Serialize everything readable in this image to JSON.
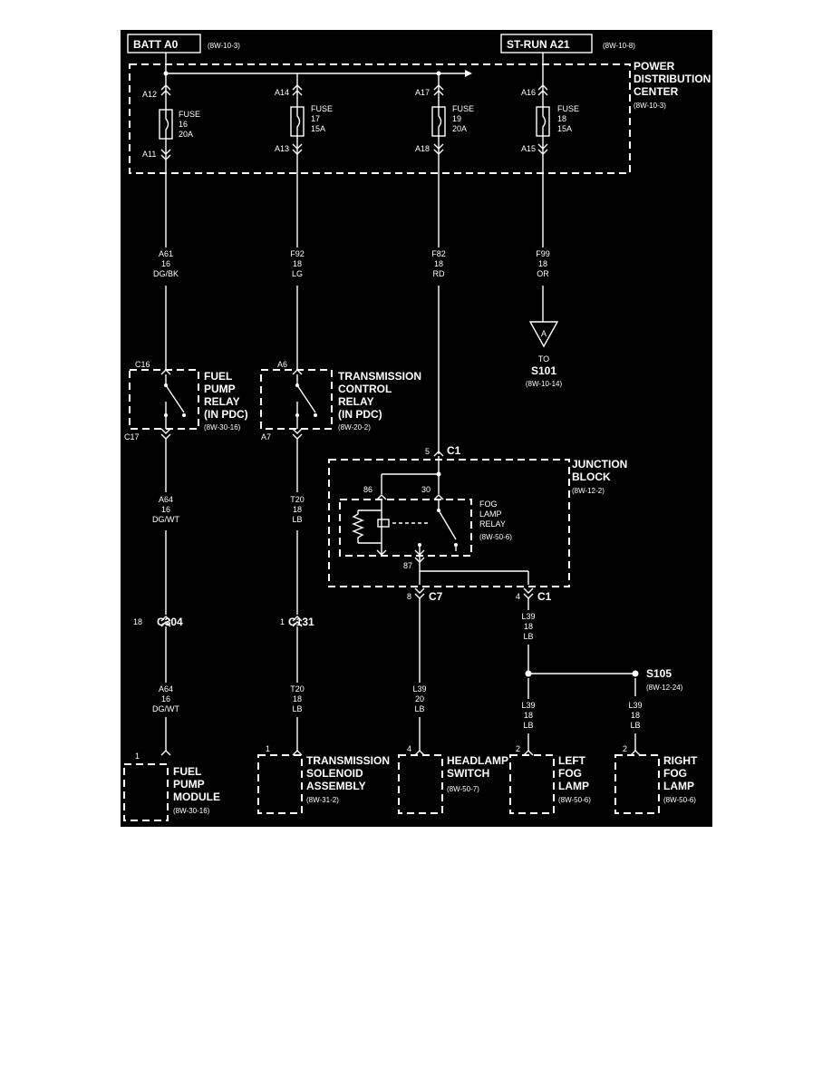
{
  "batt": {
    "label": "BATT A0",
    "ref": "(8W-10-3)"
  },
  "strun": {
    "label": "ST-RUN A21",
    "ref": "(8W-10-8)"
  },
  "pdc": {
    "line1": "POWER",
    "line2": "DISTRIBUTION",
    "line3": "CENTER",
    "ref": "(8W-10-3)"
  },
  "fuses": [
    {
      "top": "A12",
      "bottom": "A11",
      "word": "FUSE",
      "num": "16",
      "amp": "20A"
    },
    {
      "top": "A14",
      "bottom": "A13",
      "word": "FUSE",
      "num": "17",
      "amp": "15A"
    },
    {
      "top": "A17",
      "bottom": "A18",
      "word": "FUSE",
      "num": "19",
      "amp": "20A"
    },
    {
      "top": "A16",
      "bottom": "A15",
      "word": "FUSE",
      "num": "18",
      "amp": "15A"
    }
  ],
  "wires_upper": [
    {
      "circuit": "A61",
      "gauge": "16",
      "color": "DG/BK"
    },
    {
      "circuit": "F92",
      "gauge": "18",
      "color": "LG"
    },
    {
      "circuit": "F82",
      "gauge": "18",
      "color": "RD"
    },
    {
      "circuit": "F99",
      "gauge": "18",
      "color": "OR"
    }
  ],
  "to_splice": {
    "letter": "A",
    "to": "TO",
    "name": "S101",
    "ref": "(8W-10-14)"
  },
  "fuel_relay": {
    "top_pin": "C16",
    "bottom_pin": "C17",
    "line1": "FUEL",
    "line2": "PUMP",
    "line3": "RELAY",
    "line4": "(IN PDC)",
    "ref": "(8W-30-16)"
  },
  "trans_relay": {
    "top_pin": "A6",
    "bottom_pin": "A7",
    "line1": "TRANSMISSION",
    "line2": "CONTROL",
    "line3": "RELAY",
    "line4": "(IN PDC)",
    "ref": "(8W-20-2)"
  },
  "junction": {
    "in_pin": "5",
    "in_conn": "C1",
    "line1": "JUNCTION",
    "line2": "BLOCK",
    "ref": "(8W-12-2)",
    "pin86": "86",
    "pin30": "30",
    "pin87": "87",
    "out1_pin": "8",
    "out1_conn": "C7",
    "out2_pin": "4",
    "out2_conn": "C1"
  },
  "fog_relay": {
    "line1": "FOG",
    "line2": "LAMP",
    "line3": "RELAY",
    "ref": "(8W-50-6)"
  },
  "wires_mid": [
    {
      "circuit": "A64",
      "gauge": "16",
      "color": "DG/WT"
    },
    {
      "circuit": "T20",
      "gauge": "18",
      "color": "LB"
    }
  ],
  "c304": {
    "pin": "18",
    "name": "C304"
  },
  "c131": {
    "pin": "1",
    "name": "C131"
  },
  "wires_lower": [
    {
      "circuit": "A64",
      "gauge": "16",
      "color": "DG/WT"
    },
    {
      "circuit": "T20",
      "gauge": "18",
      "color": "LB"
    },
    {
      "circuit": "L39",
      "gauge": "20",
      "color": "LB"
    },
    {
      "circuit": "L39",
      "gauge": "18",
      "color": "LB"
    },
    {
      "circuit": "L39",
      "gauge": "18",
      "color": "LB"
    },
    {
      "circuit": "L39",
      "gauge": "18",
      "color": "LB"
    }
  ],
  "s105": {
    "name": "S105",
    "ref": "(8W-12-24)"
  },
  "components": [
    {
      "pin": "1",
      "line1": "FUEL",
      "line2": "PUMP",
      "line3": "MODULE",
      "ref": "(8W-30-16)"
    },
    {
      "pin": "1",
      "line1": "TRANSMISSION",
      "line2": "SOLENOID",
      "line3": "ASSEMBLY",
      "ref": "(8W-31-2)"
    },
    {
      "pin": "4",
      "line1": "HEADLAMP",
      "line2": "SWITCH",
      "line3": "",
      "ref": "(8W-50-7)"
    },
    {
      "pin": "2",
      "line1": "LEFT",
      "line2": "FOG",
      "line3": "LAMP",
      "ref": "(8W-50-6)"
    },
    {
      "pin": "2",
      "line1": "RIGHT",
      "line2": "FOG",
      "line3": "LAMP",
      "ref": "(8W-50-6)"
    }
  ]
}
